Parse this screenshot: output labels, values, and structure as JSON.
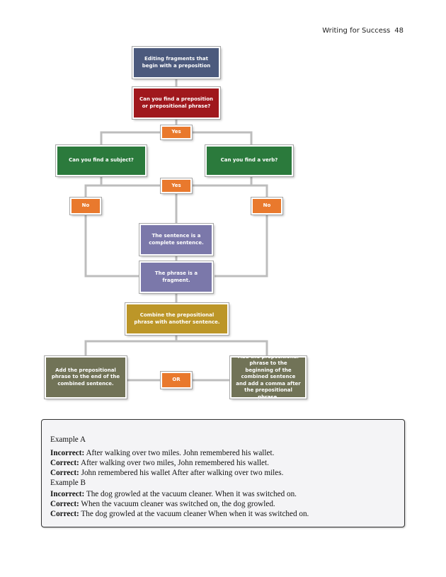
{
  "header": {
    "title": "Writing for Success",
    "page_number": "48"
  },
  "flowchart": {
    "start": "Editing fragments that begin with a preposition",
    "question_preposition": "Can you find a preposition or prepositional phrase?",
    "yes_top": "Yes",
    "question_subject": "Can you find a subject?",
    "question_verb": "Can you find a verb?",
    "yes_middle": "Yes",
    "no_left": "No",
    "no_right": "No",
    "result_complete": "The sentence is a complete sentence.",
    "result_fragment": "The phrase is a fragment.",
    "combine": "Combine the prepositional phrase with another sentence.",
    "option_end": "Add the prepositional phrase to the end of the combined sentence.",
    "or_label": "OR",
    "option_beginning": "Add the prepositional phrase to the beginning of the combined sentence and add a comma after the prepositional phrase."
  },
  "examples": {
    "example_a_title": "Example A",
    "example_a": [
      {
        "label": "Incorrect:",
        "text": "After walking over two miles. John remembered his wallet."
      },
      {
        "label": "Correct:",
        "text": "After walking over two miles, John remembered his wallet."
      },
      {
        "label": "Correct:",
        "text": "John remembered his wallet After after walking over two miles."
      }
    ],
    "example_b_title": "Example B",
    "example_b": [
      {
        "label": "Incorrect:",
        "text": "The dog growled at the vacuum cleaner. When it was switched on."
      },
      {
        "label": "Correct:",
        "text": "When the vacuum cleaner was switched on, the dog growled."
      },
      {
        "label": "Correct:",
        "text": "The dog growled at the vacuum cleaner When when it was switched on."
      }
    ]
  },
  "colors": {
    "navy": "#4c5a7d",
    "red": "#a0181d",
    "green": "#2b7a3c",
    "orange": "#e9792d",
    "purple": "#7b78aa",
    "mustard": "#bc9628",
    "olive": "#717357",
    "connector": "#bdbdbd"
  }
}
